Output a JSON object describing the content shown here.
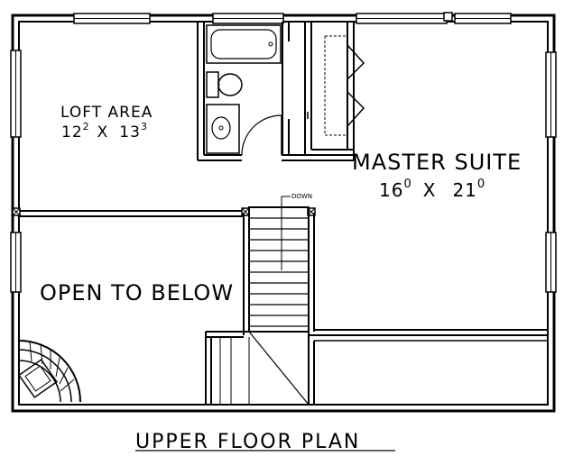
{
  "plan": {
    "title": "UPPER FLOOR PLAN",
    "rooms": {
      "loft": {
        "name": "LOFT AREA",
        "dim_a": "12",
        "dim_a_sup": "2",
        "sep": "X",
        "dim_b": "13",
        "dim_b_sup": "3"
      },
      "master": {
        "name": "MASTER SUITE",
        "dim_a": "16",
        "dim_a_sup": "0",
        "sep": "X",
        "dim_b": "21",
        "dim_b_sup": "0"
      },
      "open": {
        "name": "OPEN TO BELOW"
      }
    },
    "stair_label": "DOWN"
  }
}
